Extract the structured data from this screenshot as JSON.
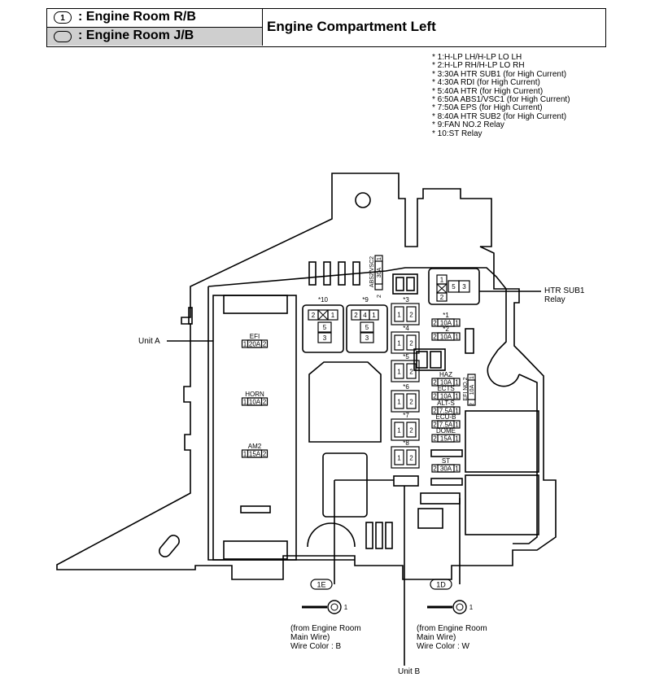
{
  "header": {
    "rb_symbol": "1",
    "rb_label": ": Engine Room R/B",
    "jb_label": ": Engine Room J/B",
    "title": "Engine Compartment Left"
  },
  "legend": [
    "* 1:H-LP LH/H-LP LO LH",
    "* 2:H-LP RH/H-LP LO RH",
    "* 3:30A HTR SUB1 (for High Current)",
    "* 4:30A RDI (for High Current)",
    "* 5:40A HTR (for High Current)",
    "* 6:50A ABS1/VSC1 (for High Current)",
    "* 7:50A EPS (for High Current)",
    "* 8:40A HTR SUB2 (for High Current)",
    "* 9:FAN NO.2 Relay",
    "* 10:ST Relay"
  ],
  "callouts": {
    "unit_a": "Unit A",
    "unit_b": "Unit B",
    "htr_sub1_relay_line1": "HTR SUB1",
    "htr_sub1_relay_line2": "Relay",
    "conn_1e": "1E",
    "conn_1d": "1D",
    "terminal_1e": "1",
    "terminal_1d": "1",
    "wire_1e": [
      "(from Engine Room",
      "Main Wire)",
      "Wire Color : B"
    ],
    "wire_1d": [
      "(from Engine Room",
      "Main Wire)",
      "Wire Color : W"
    ]
  },
  "unit_a_fuses": [
    {
      "name": "EFI",
      "pin_l": "1",
      "rating": "20A",
      "pin_r": "2"
    },
    {
      "name": "HORN",
      "pin_l": "1",
      "rating": "10A",
      "pin_r": "2"
    },
    {
      "name": "AM2",
      "pin_l": "1",
      "rating": "15A",
      "pin_r": "2"
    }
  ],
  "relays": {
    "r10": {
      "label": "*10",
      "pins": [
        "2",
        "1",
        "5",
        "3"
      ]
    },
    "r9": {
      "label": "*9",
      "pins": [
        "2",
        "4",
        "1",
        "5",
        "3"
      ]
    },
    "htr": {
      "pins": [
        "1",
        "5",
        "3",
        "2"
      ]
    }
  },
  "top_vertical_fuse": {
    "name": "ABS2/VSC2",
    "pin_l": "2",
    "rating": "30A",
    "pin_r": "1"
  },
  "high_current_fuses": [
    {
      "label": "*3",
      "pins": [
        "1",
        "2"
      ]
    },
    {
      "label": "*4",
      "pins": [
        "1",
        "2"
      ]
    },
    {
      "label": "*5",
      "pins": [
        "1",
        "2"
      ]
    },
    {
      "label": "*6",
      "pins": [
        "1",
        "2"
      ]
    },
    {
      "label": "*7",
      "pins": [
        "1",
        "2"
      ]
    },
    {
      "label": "*8",
      "pins": [
        "1",
        "2"
      ]
    }
  ],
  "mini_fuses": [
    {
      "name": "*1",
      "pin_l": "2",
      "rating": "10A",
      "pin_r": "1"
    },
    {
      "name": "*2",
      "pin_l": "2",
      "rating": "10A",
      "pin_r": "1"
    },
    {
      "name": "HAZ",
      "pin_l": "2",
      "rating": "10A",
      "pin_r": "1"
    },
    {
      "name": "ECTS",
      "pin_l": "2",
      "rating": "10A",
      "pin_r": "1"
    },
    {
      "name": "ALT-S",
      "pin_l": "2",
      "rating": "7.5A",
      "pin_r": "1"
    },
    {
      "name": "ECU-B",
      "pin_l": "2",
      "rating": "7.5A",
      "pin_r": "1"
    },
    {
      "name": "DOME",
      "pin_l": "2",
      "rating": "15A",
      "pin_r": "1"
    },
    {
      "name": "ST",
      "pin_l": "2",
      "rating": "30A",
      "pin_r": "1"
    }
  ],
  "side_vertical_fuse": {
    "name": "EFI NO.2",
    "pin_l": "2",
    "rating": "10A",
    "pin_r": "1"
  }
}
